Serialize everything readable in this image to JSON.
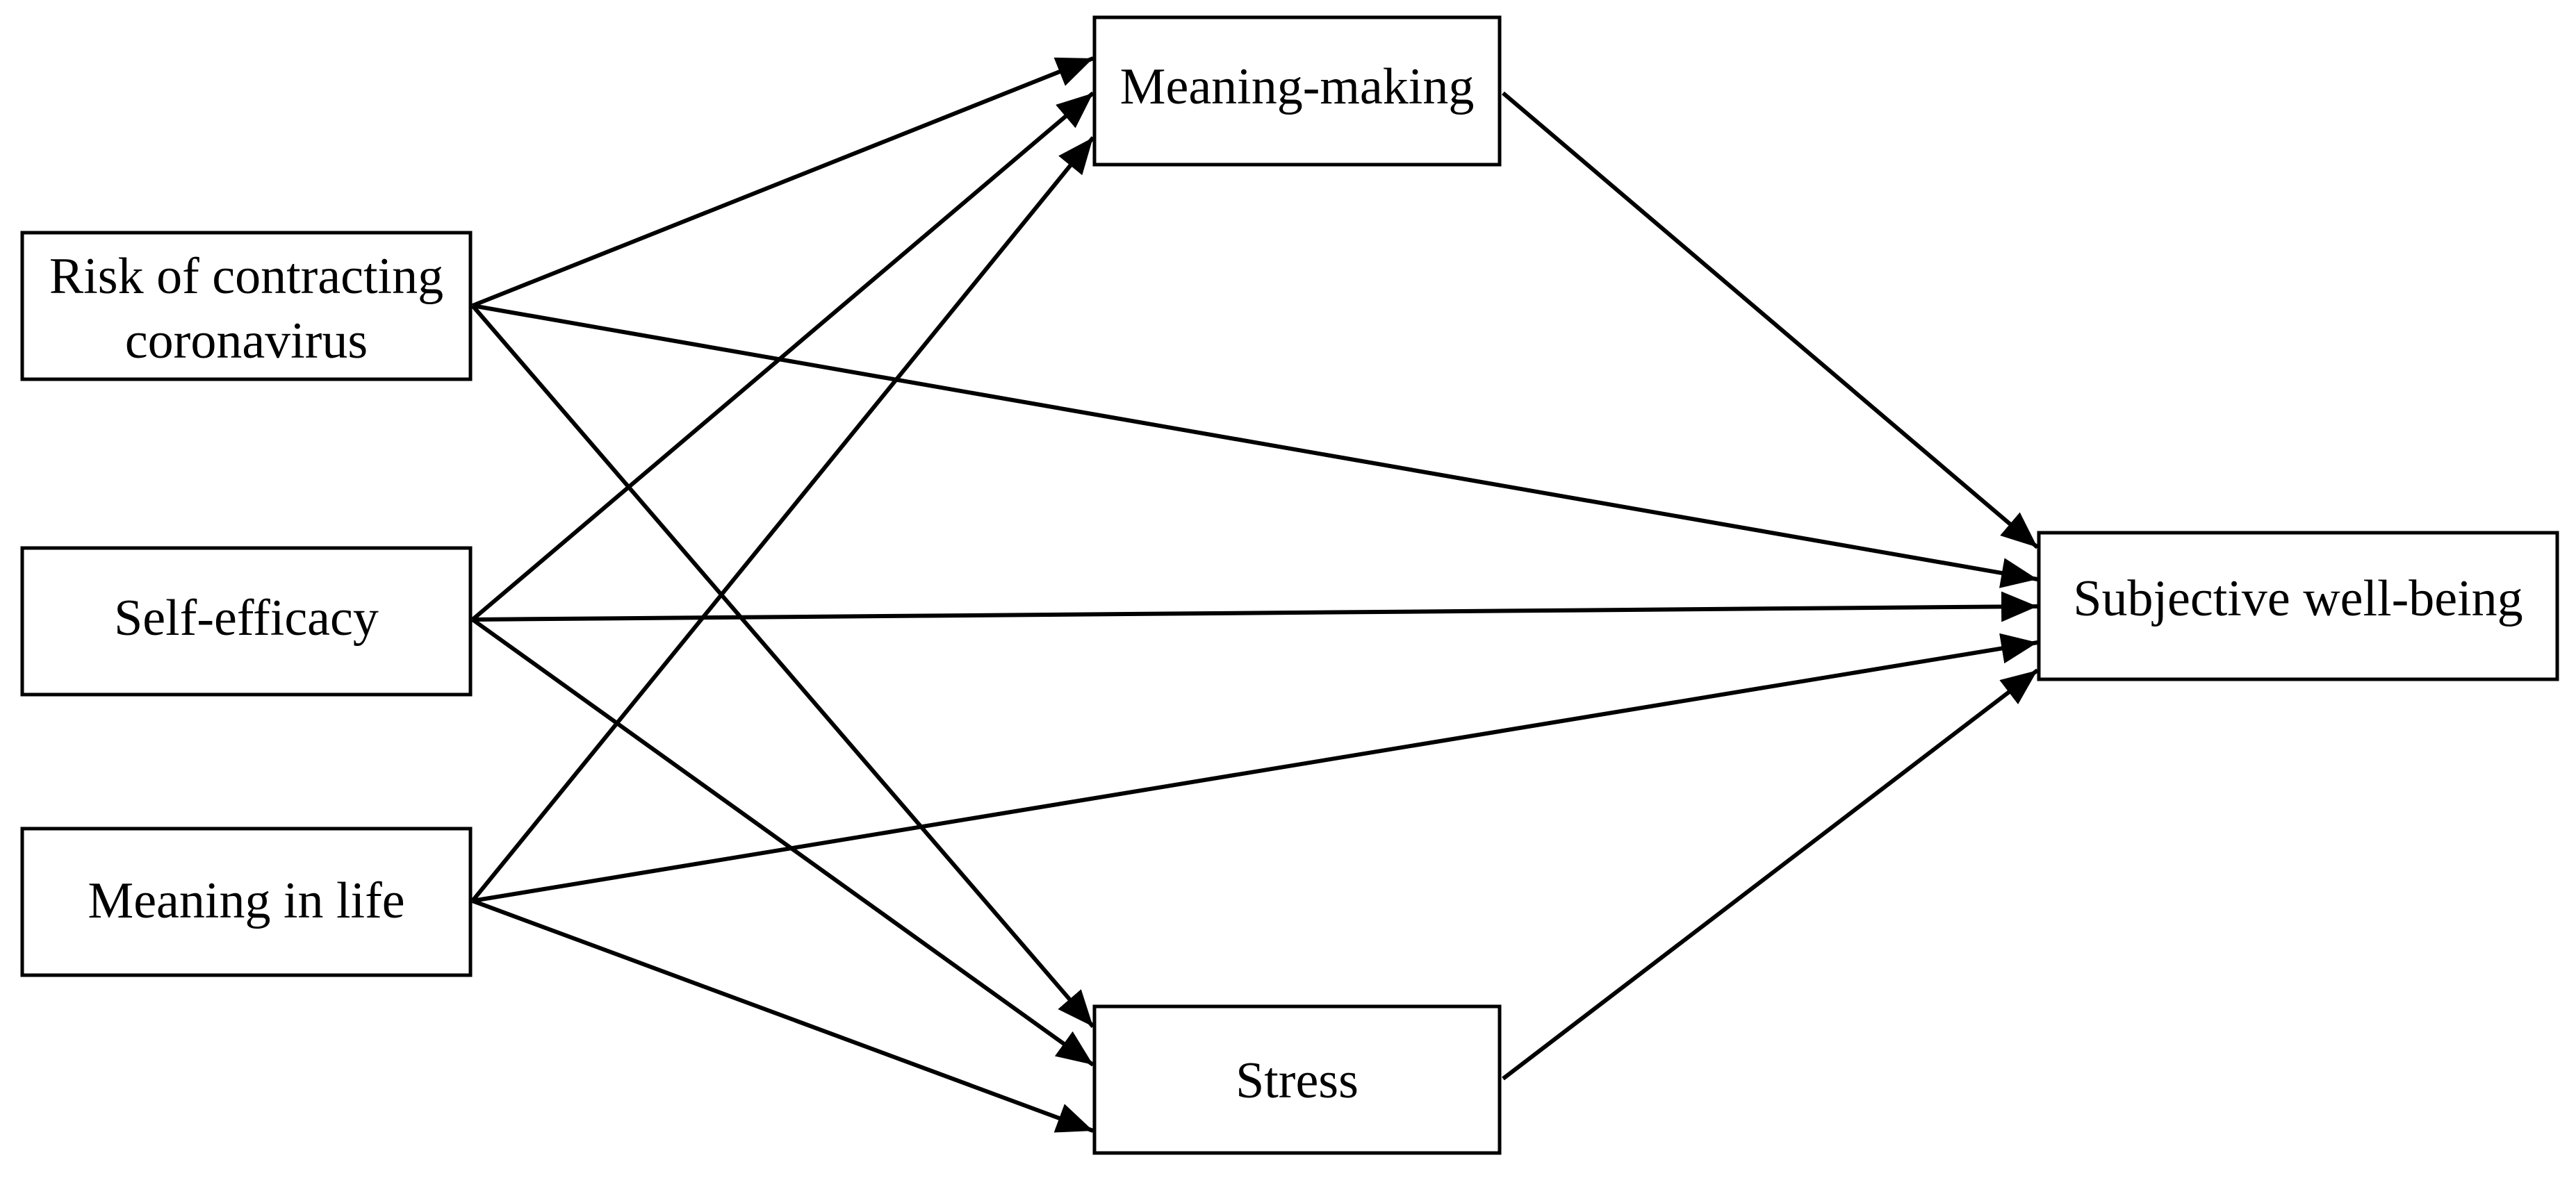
{
  "diagram": {
    "nodes": {
      "risk": {
        "lines": [
          "Risk of contracting",
          "coronavirus"
        ]
      },
      "self_efficacy": {
        "lines": [
          "Self-efficacy"
        ]
      },
      "meaning_in_life": {
        "lines": [
          "Meaning in life"
        ]
      },
      "meaning_making": {
        "lines": [
          "Meaning-making"
        ]
      },
      "stress": {
        "lines": [
          "Stress"
        ]
      },
      "swb": {
        "lines": [
          "Subjective well-being"
        ]
      }
    },
    "edges": [
      {
        "from": "risk",
        "to": "meaning_making"
      },
      {
        "from": "risk",
        "to": "stress"
      },
      {
        "from": "risk",
        "to": "swb"
      },
      {
        "from": "self_efficacy",
        "to": "meaning_making"
      },
      {
        "from": "self_efficacy",
        "to": "stress"
      },
      {
        "from": "self_efficacy",
        "to": "swb"
      },
      {
        "from": "meaning_in_life",
        "to": "meaning_making"
      },
      {
        "from": "meaning_in_life",
        "to": "stress"
      },
      {
        "from": "meaning_in_life",
        "to": "swb"
      },
      {
        "from": "meaning_making",
        "to": "swb"
      },
      {
        "from": "stress",
        "to": "swb"
      }
    ],
    "colors": {
      "line": "#000000",
      "box_fill": "#ffffff",
      "background": "#ffffff"
    }
  }
}
